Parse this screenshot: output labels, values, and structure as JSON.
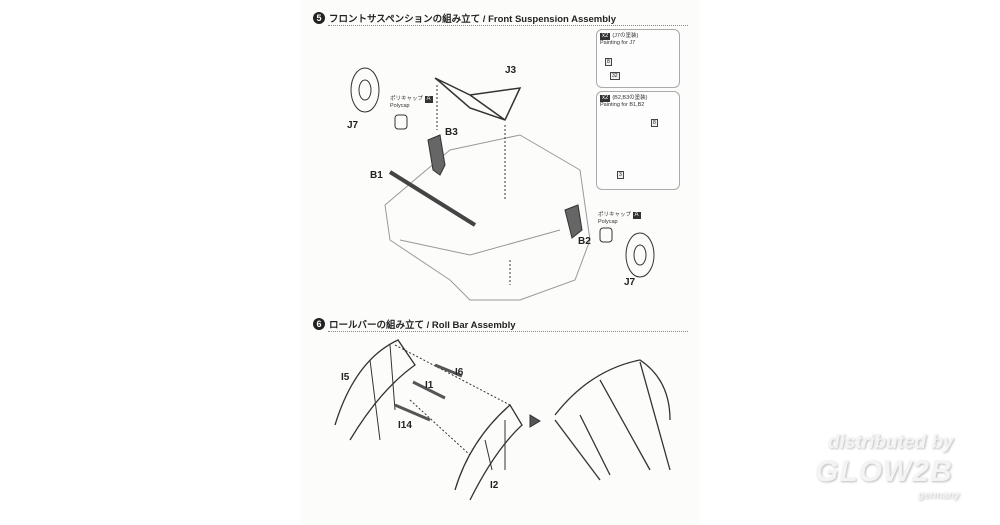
{
  "step5": {
    "number": "5",
    "title": "フロントサスペンションの組み立て / Front Suspension Assembly"
  },
  "step6": {
    "number": "6",
    "title": "ロールバーの組み立て / Roll Bar Assembly"
  },
  "parts5": {
    "j3": "J3",
    "b3": "B3",
    "b1": "B1",
    "b2": "B2",
    "j7_left": "J7",
    "j7_right": "J7",
    "a": "A"
  },
  "polycap": {
    "jp": "ポリキャップ",
    "en": "Polycap"
  },
  "paint_box_1": {
    "count": "x2",
    "jp": "(J7の塗装)",
    "en": "Painting for J7"
  },
  "paint_box_2": {
    "count": "x2",
    "jp": "(B2,B3の塗装)",
    "en": "Painting for B1,B2"
  },
  "paint_codes": {
    "c8": "8",
    "c3": "3",
    "c32": "32"
  },
  "parts6": {
    "i5": "I5",
    "i6": "I6",
    "i1": "I1",
    "i14": "I14",
    "i2": "I2"
  },
  "watermark": {
    "line1": "distributed by",
    "line2": "GLOW2B",
    "line3": "germany"
  }
}
